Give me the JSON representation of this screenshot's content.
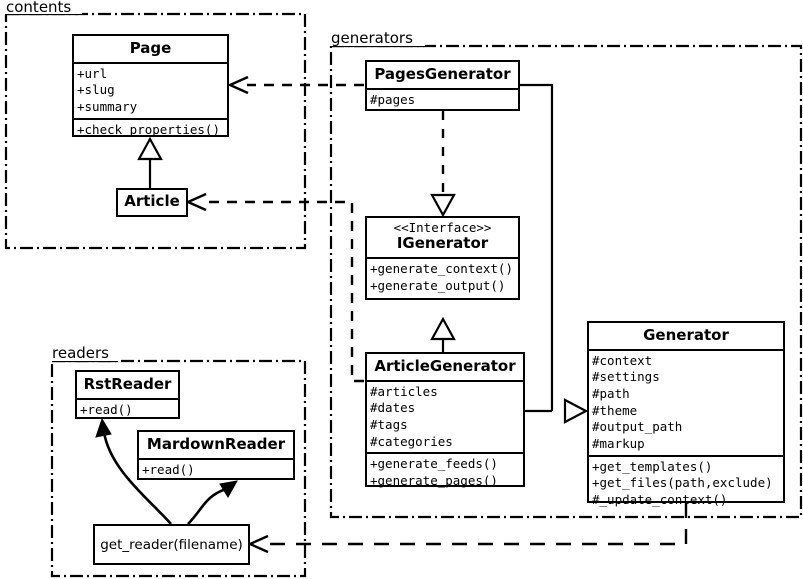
{
  "diagram": {
    "title": "UML class diagram",
    "stroke_color": "#000000",
    "background_color": "#ffffff"
  },
  "packages": [
    {
      "id": "contents",
      "label": "contents"
    },
    {
      "id": "generators",
      "label": "generators"
    },
    {
      "id": "readers",
      "label": "readers"
    }
  ],
  "classes": {
    "page": {
      "name": "Page",
      "attributes": [
        "+url",
        "+slug",
        "+summary"
      ],
      "methods": [
        "+check_properties()"
      ]
    },
    "article": {
      "name": "Article",
      "attributes": [],
      "methods": []
    },
    "pages_generator": {
      "name": "PagesGenerator",
      "attributes": [
        "#pages"
      ],
      "methods": []
    },
    "igenerator": {
      "stereotype": "<<Interface>>",
      "name": "IGenerator",
      "attributes": [],
      "methods": [
        "+generate_context()",
        "+generate_output()"
      ]
    },
    "article_generator": {
      "name": "ArticleGenerator",
      "attributes": [
        "#articles",
        "#dates",
        "#tags",
        "#categories"
      ],
      "methods": [
        "+generate_feeds()",
        "+generate_pages()"
      ]
    },
    "generator": {
      "name": "Generator",
      "attributes": [
        "#context",
        "#settings",
        "#path",
        "#theme",
        "#output_path",
        "#markup"
      ],
      "methods": [
        "+get_templates()",
        "+get_files(path,exclude)",
        "#_update_context()"
      ]
    },
    "rst_reader": {
      "name": "RstReader",
      "attributes": [],
      "methods": [
        "+read()"
      ]
    },
    "mardown_reader": {
      "name": "MardownReader",
      "attributes": [],
      "methods": [
        "+read()"
      ]
    },
    "get_reader": {
      "name": "get_reader(filename)"
    }
  },
  "relationships": [
    {
      "id": "article-inherits-page",
      "type": "generalization",
      "from": "Article",
      "to": "Page"
    },
    {
      "id": "pagesgenerator-realizes-igenerator",
      "type": "realization",
      "from": "PagesGenerator",
      "to": "IGenerator"
    },
    {
      "id": "articlegenerator-realizes-igenerator",
      "type": "realization",
      "from": "ArticleGenerator",
      "to": "IGenerator"
    },
    {
      "id": "articlegenerator-inherits-generator",
      "type": "generalization",
      "from": "ArticleGenerator",
      "to": "Generator"
    },
    {
      "id": "pagesgenerator-inherits-generator",
      "type": "generalization",
      "from": "PagesGenerator",
      "to": "Generator"
    },
    {
      "id": "pagesgenerator-depends-page",
      "type": "dependency",
      "from": "PagesGenerator",
      "to": "Page"
    },
    {
      "id": "articlegenerator-depends-article",
      "type": "dependency",
      "from": "ArticleGenerator",
      "to": "Article"
    },
    {
      "id": "generator-depends-get_reader",
      "type": "dependency",
      "from": "Generator",
      "to": "get_reader(filename)"
    },
    {
      "id": "get_reader-returns-rstreader",
      "type": "association",
      "from": "get_reader(filename)",
      "to": "RstReader"
    },
    {
      "id": "get_reader-returns-mardownreader",
      "type": "association",
      "from": "get_reader(filename)",
      "to": "MardownReader"
    }
  ]
}
